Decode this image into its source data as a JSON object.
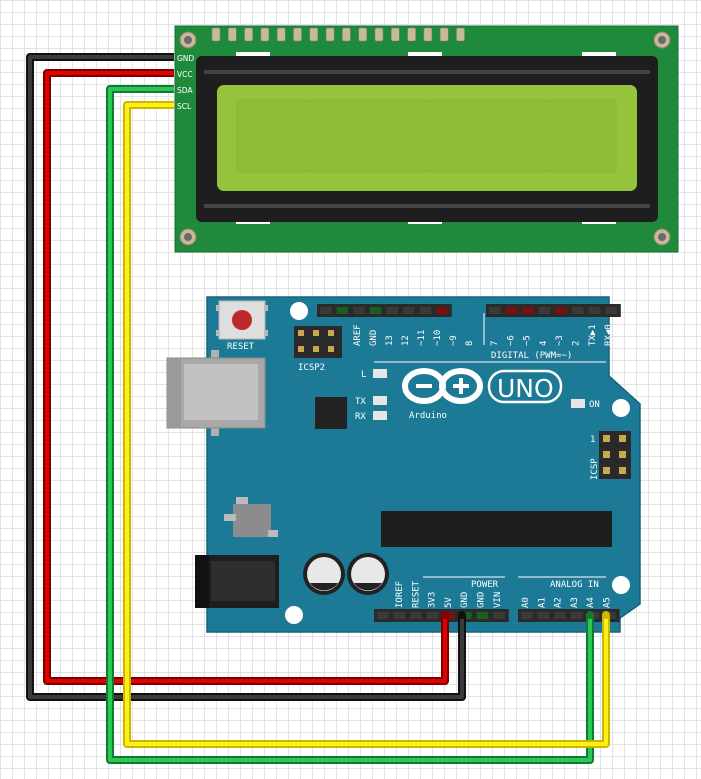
{
  "colors": {
    "lcd_pcb": "#1f8a3c",
    "lcd_screen": "#96c33c",
    "uno_board": "#1c7a96",
    "wire_gnd": "#111111",
    "wire_vcc": "#d40000",
    "wire_sda": "#21b24b",
    "wire_scl": "#ffee00"
  },
  "lcd": {
    "pins": [
      "GND",
      "VCC",
      "SDA",
      "SCL"
    ]
  },
  "uno": {
    "reset_label": "RESET",
    "icsp2_label": "ICSP2",
    "icsp_label": "ICSP",
    "icsp_pin1": "1",
    "led_l": "L",
    "led_tx": "TX",
    "led_rx": "RX",
    "on_label": "ON",
    "logo_uno": "UNO",
    "logo_brand": "Arduino",
    "digital_label": "DIGITAL (PWM=~)",
    "power_label": "POWER",
    "analog_label": "ANALOG IN",
    "digital_pins_left": [
      "AREF",
      "GND",
      "13",
      "12",
      "~11",
      "~10",
      "~9",
      "8"
    ],
    "digital_pins_right": [
      "7",
      "~6",
      "~5",
      "4",
      "~3",
      "2",
      "TX▶1",
      "RX◀0"
    ],
    "power_pins": [
      "IOREF",
      "RESET",
      "3V3",
      "5V",
      "GND",
      "GND",
      "VIN"
    ],
    "analog_pins": [
      "A0",
      "A1",
      "A2",
      "A3",
      "A4",
      "A5"
    ]
  }
}
